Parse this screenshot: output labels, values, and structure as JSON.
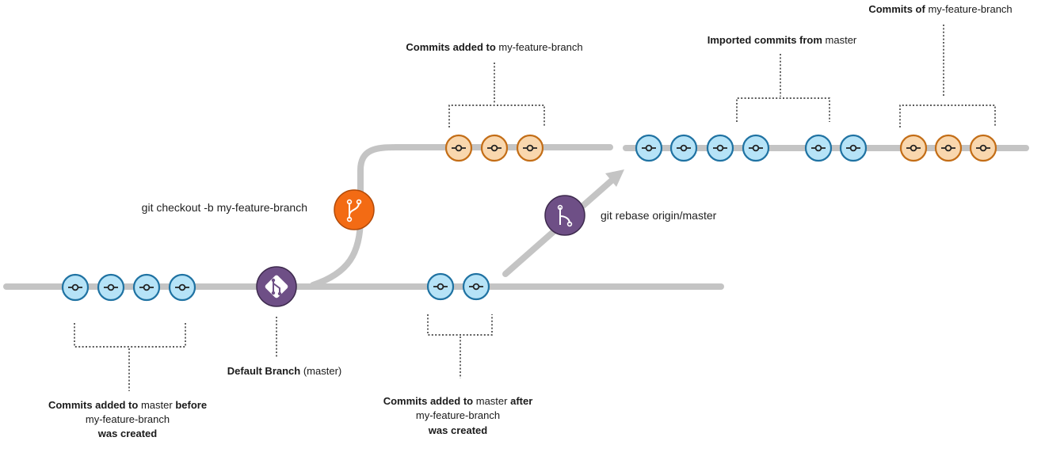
{
  "colors": {
    "track": "#c4c4c4",
    "master_commit_fill": "#b6e3f7",
    "master_commit_stroke": "#1f72a2",
    "feature_commit_fill": "#f9d7ae",
    "feature_commit_stroke": "#c36d16",
    "branch_icon_fill": "#f36b14",
    "git_icon_fill": "#6e4f86",
    "text": "#1a1a1a"
  },
  "icons": {
    "commit": "commit-icon",
    "checkout": "branch-icon",
    "default_branch": "git-logo-icon",
    "rebase": "rebase-icon"
  },
  "labels": {
    "master_before": {
      "l1_bold": "Commits added to",
      "l1_normal": " master ",
      "l1_bold2": "before",
      "l2": "my-feature-branch",
      "l3": "was created"
    },
    "default_branch": {
      "bold": "Default Branch",
      "normal": " (master)"
    },
    "master_after": {
      "l1_bold": "Commits added to",
      "l1_normal": " master ",
      "l1_bold2": "after",
      "l2": "my-feature-branch",
      "l3": "was created"
    },
    "feature_added": {
      "bold": "Commits added to",
      "normal": " my-feature-branch"
    },
    "imported": {
      "bold": "Imported commits from",
      "normal": " master"
    },
    "commits_of": {
      "bold": "Commits of",
      "normal": " my-feature-branch"
    }
  },
  "commands": {
    "checkout": "git checkout -b my-feature-branch",
    "rebase": "git rebase origin/master"
  }
}
